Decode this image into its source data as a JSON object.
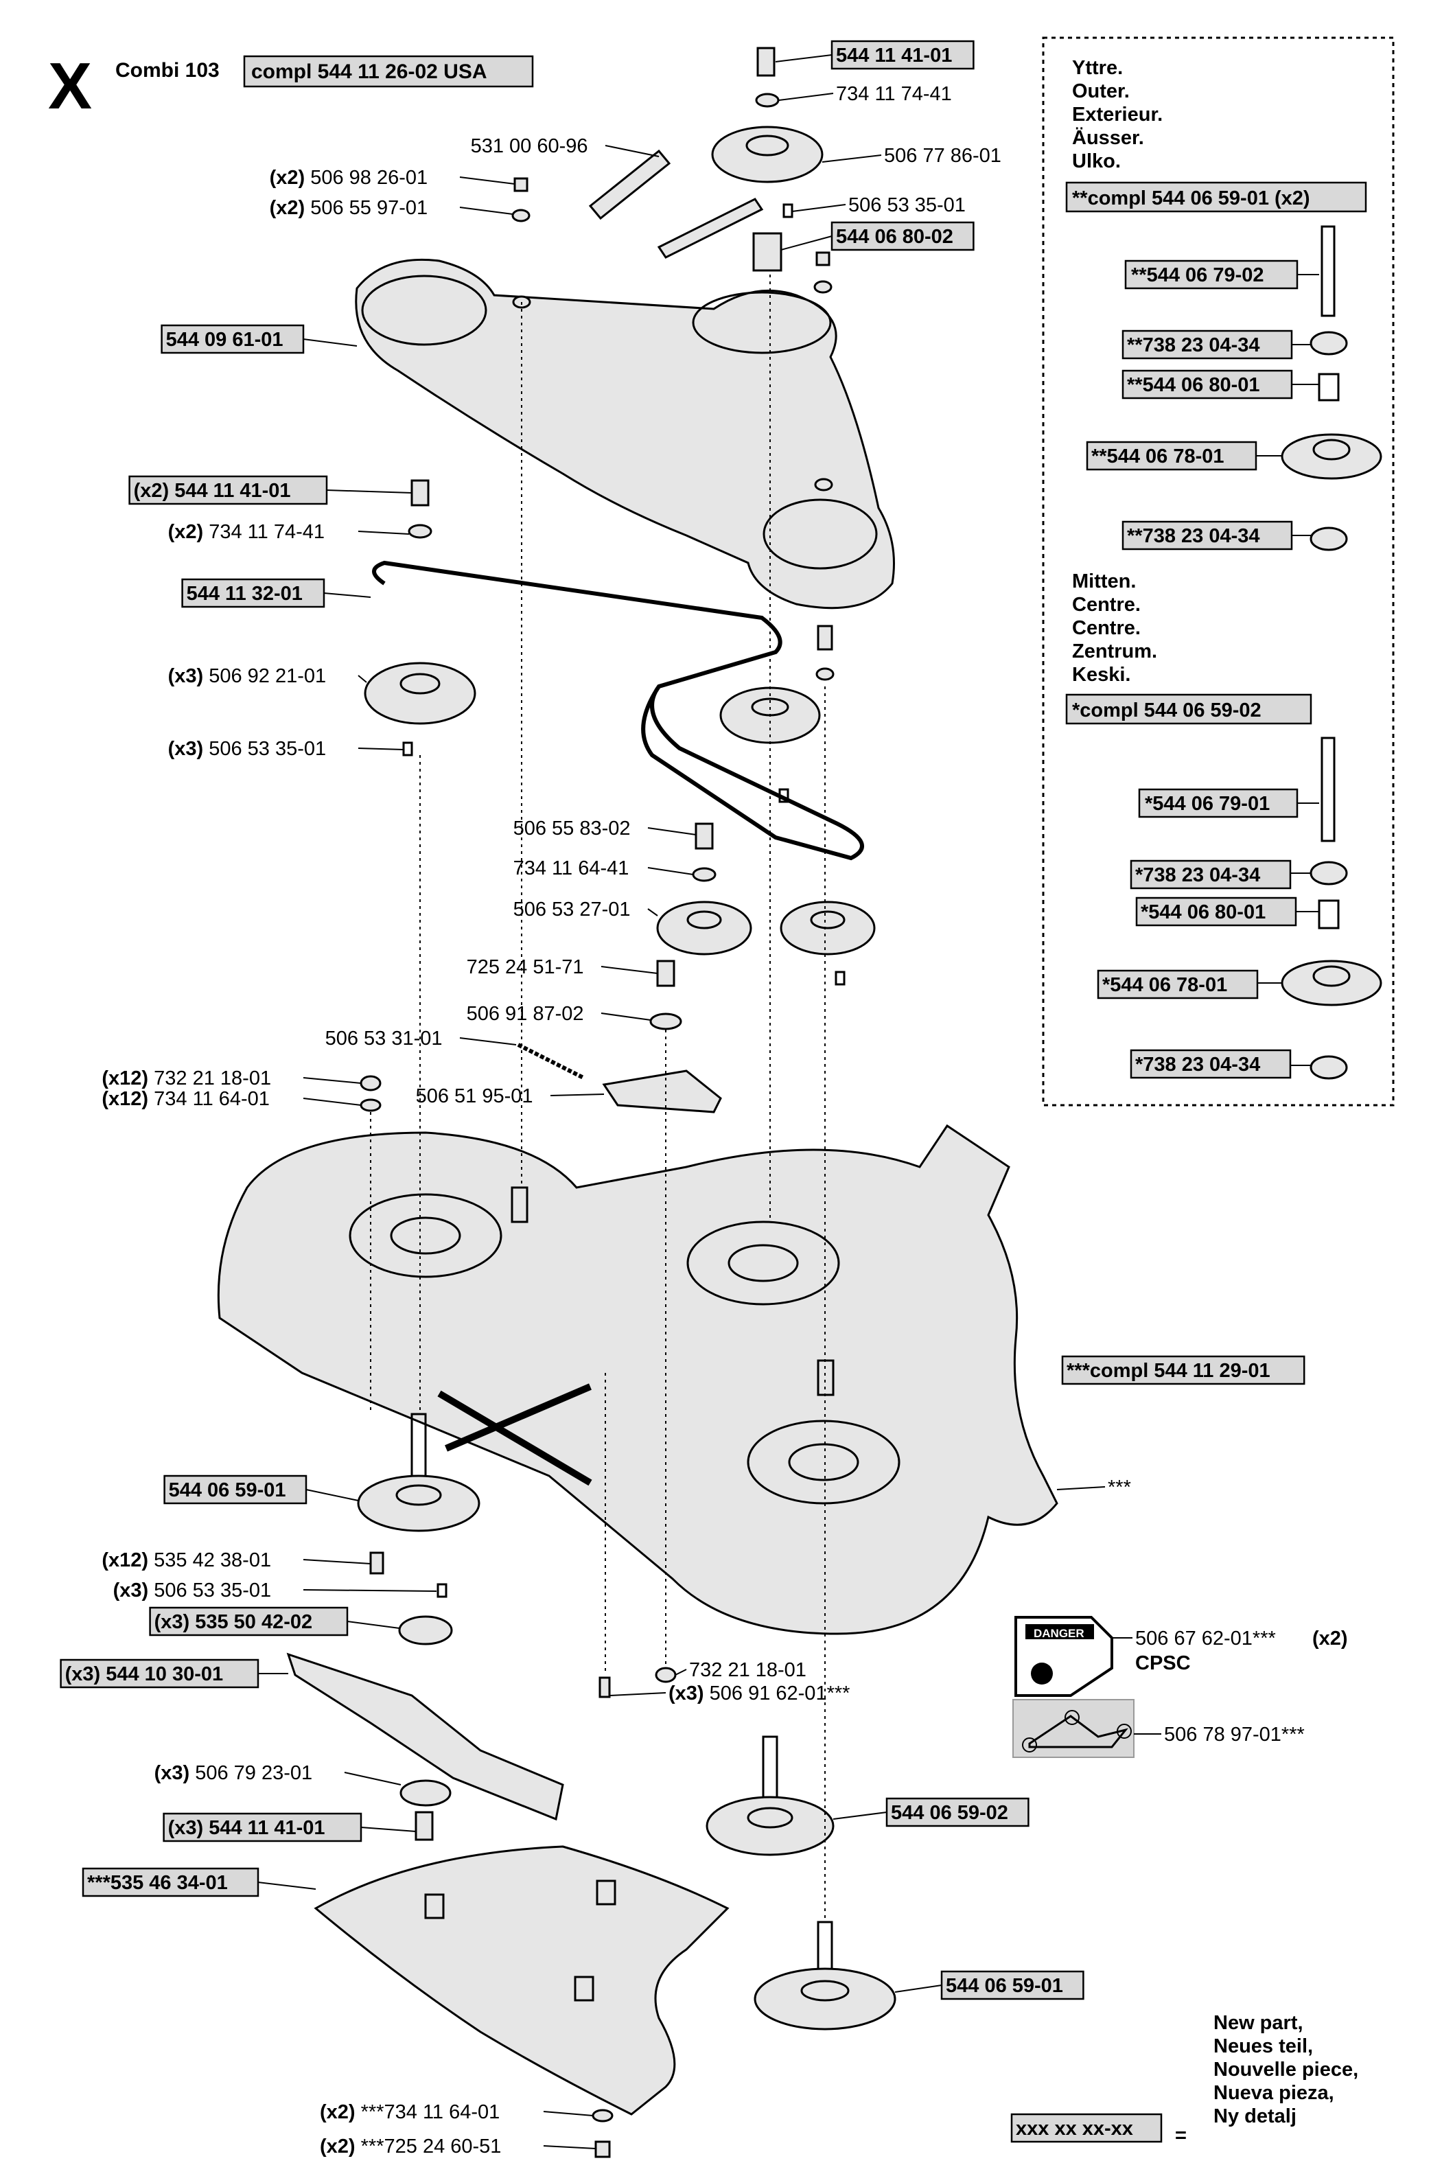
{
  "header": {
    "section_letter": "X",
    "model": "Combi 103",
    "assembly": "compl 544 11 26-02 USA"
  },
  "inset": {
    "outer_labels": [
      "Yttre.",
      "Outer.",
      "Exterieur.",
      "Äusser.",
      "Ulko."
    ],
    "outer_assembly": "**compl 544 06 59-01 (x2)",
    "outer_parts": [
      "**544 06 79-02",
      "**738 23 04-34",
      "**544 06 80-01",
      "**544 06 78-01",
      "**738 23 04-34"
    ],
    "center_labels": [
      "Mitten.",
      "Centre.",
      "Centre.",
      "Zentrum.",
      "Keski."
    ],
    "center_assembly": "*compl 544 06 59-02",
    "center_parts": [
      "*544 06 79-01",
      "*738 23 04-34",
      "*544 06 80-01",
      "*544 06 78-01",
      "*738 23 04-34"
    ]
  },
  "callouts": [
    {
      "id": "c01",
      "qty": "",
      "text": "544 11 41-01",
      "boxed": true
    },
    {
      "id": "c02",
      "qty": "",
      "text": "734 11 74-41",
      "boxed": false
    },
    {
      "id": "c03",
      "qty": "",
      "text": "531 00 60-96",
      "boxed": false
    },
    {
      "id": "c04",
      "qty": "",
      "text": "506 77 86-01",
      "boxed": false
    },
    {
      "id": "c05",
      "qty": "(x2)",
      "text": "506 98 26-01",
      "boxed": false
    },
    {
      "id": "c06",
      "qty": "(x2)",
      "text": "506 55 97-01",
      "boxed": false
    },
    {
      "id": "c07",
      "qty": "",
      "text": "506 53 35-01",
      "boxed": false
    },
    {
      "id": "c08",
      "qty": "",
      "text": "544 06 80-02",
      "boxed": true
    },
    {
      "id": "c09",
      "qty": "",
      "text": "544 09 61-01",
      "boxed": true
    },
    {
      "id": "c10",
      "qty": "",
      "text": "(x2) 544 11 41-01",
      "boxed": true
    },
    {
      "id": "c11",
      "qty": "(x2)",
      "text": "734 11 74-41",
      "boxed": false
    },
    {
      "id": "c12",
      "qty": "",
      "text": "544 11 32-01",
      "boxed": true
    },
    {
      "id": "c13",
      "qty": "(x3)",
      "text": "506 92 21-01",
      "boxed": false
    },
    {
      "id": "c14",
      "qty": "(x3)",
      "text": "506 53 35-01",
      "boxed": false
    },
    {
      "id": "c15",
      "qty": "",
      "text": "506 55 83-02",
      "boxed": false
    },
    {
      "id": "c16",
      "qty": "",
      "text": "734 11 64-41",
      "boxed": false
    },
    {
      "id": "c17",
      "qty": "",
      "text": "506 53 27-01",
      "boxed": false
    },
    {
      "id": "c18",
      "qty": "",
      "text": "725 24 51-71",
      "boxed": false
    },
    {
      "id": "c19",
      "qty": "",
      "text": "506 91 87-02",
      "boxed": false
    },
    {
      "id": "c20",
      "qty": "",
      "text": "506 53 31-01",
      "boxed": false
    },
    {
      "id": "c21",
      "qty": "(x12)",
      "text": "732 21 18-01",
      "boxed": false
    },
    {
      "id": "c22",
      "qty": "(x12)",
      "text": "734 11 64-01",
      "boxed": false
    },
    {
      "id": "c23",
      "qty": "",
      "text": "506 51 95-01",
      "boxed": false
    },
    {
      "id": "c24",
      "qty": "",
      "text": "***compl 544 11 29-01",
      "boxed": true
    },
    {
      "id": "c25",
      "qty": "",
      "text": "***",
      "boxed": false
    },
    {
      "id": "c26",
      "qty": "",
      "text": "544 06 59-01",
      "boxed": true
    },
    {
      "id": "c27",
      "qty": "(x12)",
      "text": "535 42 38-01",
      "boxed": false
    },
    {
      "id": "c28",
      "qty": "(x3)",
      "text": "506 53 35-01",
      "boxed": false
    },
    {
      "id": "c29",
      "qty": "",
      "text": "(x3) 535 50 42-02",
      "boxed": true
    },
    {
      "id": "c30",
      "qty": "",
      "text": "(x3) 544 10 30-01",
      "boxed": true
    },
    {
      "id": "c31",
      "qty": "",
      "text": "732 21 18-01",
      "boxed": false
    },
    {
      "id": "c32",
      "qty": "(x3)",
      "text": "506 91 62-01***",
      "boxed": false
    },
    {
      "id": "c33",
      "qty": "(x3)",
      "text": "506 79 23-01",
      "boxed": false
    },
    {
      "id": "c34",
      "qty": "",
      "text": "(x3) 544 11 41-01",
      "boxed": true
    },
    {
      "id": "c35",
      "qty": "",
      "text": "544 06 59-02",
      "boxed": true
    },
    {
      "id": "c36",
      "qty": "",
      "text": "***535 46 34-01",
      "boxed": true
    },
    {
      "id": "c37",
      "qty": "",
      "text": "544 06 59-01",
      "boxed": true
    },
    {
      "id": "c38",
      "qty": "(x2)",
      "text": "***734 11 64-01",
      "boxed": false
    },
    {
      "id": "c39",
      "qty": "(x2)",
      "text": "***725 24 60-51",
      "boxed": false
    }
  ],
  "decals": {
    "danger_word": "DANGER",
    "danger_part": "506 67 62-01***",
    "danger_qty": "(x2)",
    "danger_note": "CPSC",
    "belt_decal_part": "506 78 97-01***"
  },
  "legend": {
    "sample": "xxx xx xx-xx",
    "equals": "=",
    "lines": [
      "New part,",
      "Neues teil,",
      "Nouvelle piece,",
      "Nueva pieza,",
      "Ny detalj"
    ]
  }
}
